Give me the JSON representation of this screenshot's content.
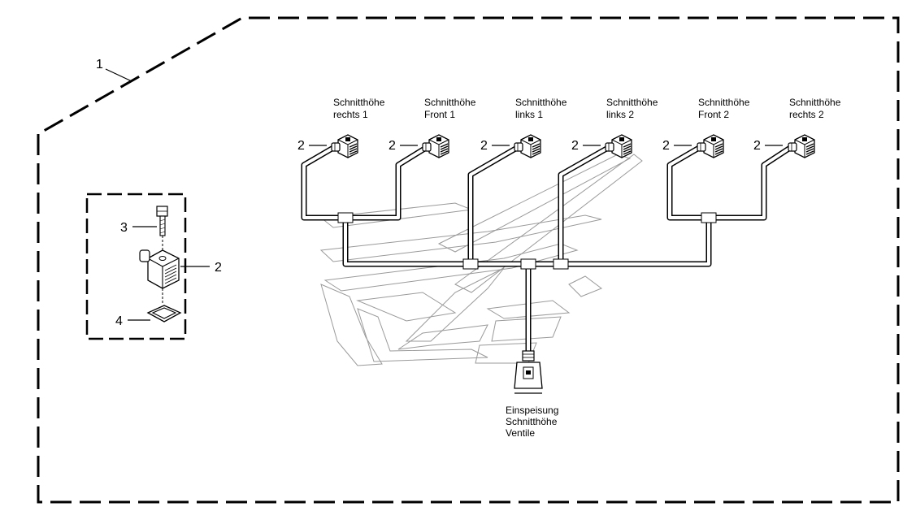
{
  "callouts": {
    "assembly": "1",
    "connector": "2",
    "screw": "3",
    "seal": "4"
  },
  "connectors": [
    {
      "line1": "Schnitthöhe",
      "line2": "rechts 1",
      "callout": "2"
    },
    {
      "line1": "Schnitthöhe",
      "line2": "Front 1",
      "callout": "2"
    },
    {
      "line1": "Schnitthöhe",
      "line2": "links 1",
      "callout": "2"
    },
    {
      "line1": "Schnitthöhe",
      "line2": "links 2",
      "callout": "2"
    },
    {
      "line1": "Schnitthöhe",
      "line2": "Front 2",
      "callout": "2"
    },
    {
      "line1": "Schnitthöhe",
      "line2": "rechts 2",
      "callout": "2"
    }
  ],
  "feed": {
    "line1": "Einspeisung",
    "line2": "Schnitthöhe",
    "line3": "Ventile"
  },
  "icons": [
    "valve-connector-icon",
    "screw-icon",
    "seal-icon",
    "feed-plug-icon",
    "machine-outline-icon"
  ],
  "colors": {
    "line": "#000000",
    "ghost": "#9a9a9a",
    "background": "#ffffff"
  }
}
